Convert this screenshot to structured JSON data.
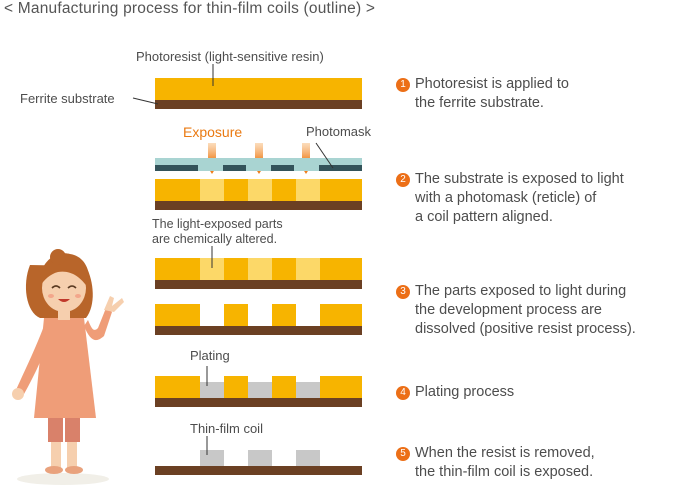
{
  "title": "< Manufacturing process for thin-film coils (outline) >",
  "labels": {
    "photoresist": "Photoresist (light-sensitive resin)",
    "ferrite_substrate": "Ferrite substrate",
    "exposure": "Exposure",
    "photomask": "Photomask",
    "exposed_note_line1": "The light-exposed parts",
    "exposed_note_line2": "are chemically altered.",
    "plating": "Plating",
    "thin_film_coil": "Thin-film coil"
  },
  "steps": [
    {
      "number": "1",
      "line1": "Photoresist is applied to",
      "line2": "the ferrite substrate.",
      "line3": ""
    },
    {
      "number": "2",
      "line1": "The substrate is exposed to light",
      "line2": "with a photomask (reticle) of",
      "line3": "a coil pattern aligned."
    },
    {
      "number": "3",
      "line1": "The parts exposed to light during",
      "line2": "the development process are",
      "line3": "dissolved (positive resist process)."
    },
    {
      "number": "4",
      "line1": "Plating process",
      "line2": "",
      "line3": ""
    },
    {
      "number": "5",
      "line1": "When the resist is removed,",
      "line2": "the thin-film coil is exposed.",
      "line3": ""
    }
  ],
  "colors": {
    "resist": "#f7b400",
    "resist_exposed": "#fcd868",
    "substrate": "#6b4023",
    "mask_glass": "#a9d4d2",
    "mask_pattern": "#33535a",
    "arrow": "#ef7d1a",
    "plating": "#c8c8c8",
    "badge": "#ec6f17"
  }
}
